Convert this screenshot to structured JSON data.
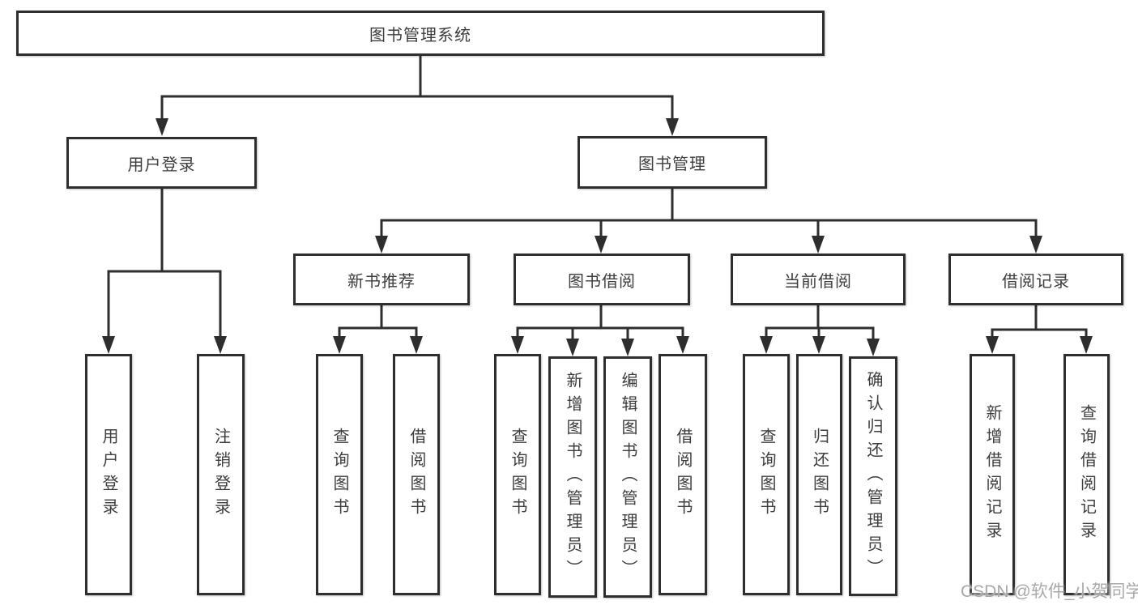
{
  "diagram": {
    "root": "图书管理系统",
    "level2": {
      "user_login": "用户登录",
      "book_management": "图书管理"
    },
    "level3": {
      "new_book": "新书推荐",
      "book_borrow": "图书借阅",
      "current_borrow": "当前借阅",
      "borrow_record": "借阅记录"
    },
    "leaves": {
      "user_login": [
        "用户登录",
        "注销登录"
      ],
      "new_book": [
        "查询图书",
        "借阅图书"
      ],
      "book_borrow": [
        "查询图书",
        "新增图书（管理员）",
        "编辑图书（管理员）",
        "借阅图书"
      ],
      "current_borrow": [
        "查询图书",
        "归还图书",
        "确认归还（管理员）"
      ],
      "borrow_record": [
        "新增借阅记录",
        "查询借阅记录"
      ]
    }
  },
  "watermark": "CSDN @软件_小贺同学",
  "colors": {
    "line": "#2e2e2e",
    "text": "#3d3d3d",
    "watermark": "#a8a8a8",
    "background": "#ffffff"
  }
}
